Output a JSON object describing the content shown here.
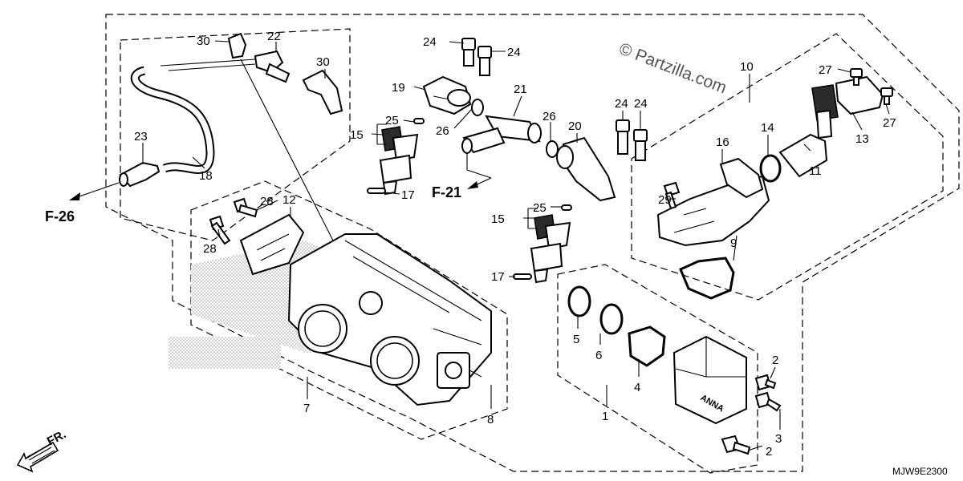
{
  "diagram": {
    "watermark": "© Partzilla.com",
    "drawing_code": "MJW9E2300",
    "front_arrow": "FR.",
    "refs": {
      "f26": "F-26",
      "f21": "F-21"
    },
    "callouts": {
      "c1": "1",
      "c2a": "2",
      "c2b": "2",
      "c3": "3",
      "c4": "4",
      "c5": "5",
      "c6": "6",
      "c7": "7",
      "c8": "8",
      "c9": "9",
      "c10": "10",
      "c11": "11",
      "c12": "12",
      "c13": "13",
      "c14": "14",
      "c15a": "15",
      "c15b": "15",
      "c16": "16",
      "c17a": "17",
      "c17b": "17",
      "c18": "18",
      "c19": "19",
      "c20": "20",
      "c21": "21",
      "c22": "22",
      "c23": "23",
      "c24a": "24",
      "c24b": "24",
      "c24c": "24",
      "c24d": "24",
      "c25a": "25",
      "c25b": "25",
      "c26a": "26",
      "c26b": "26",
      "c27a": "27",
      "c27b": "27",
      "c28a": "28",
      "c28b": "28",
      "c29": "29",
      "c30a": "30",
      "c30b": "30"
    }
  }
}
